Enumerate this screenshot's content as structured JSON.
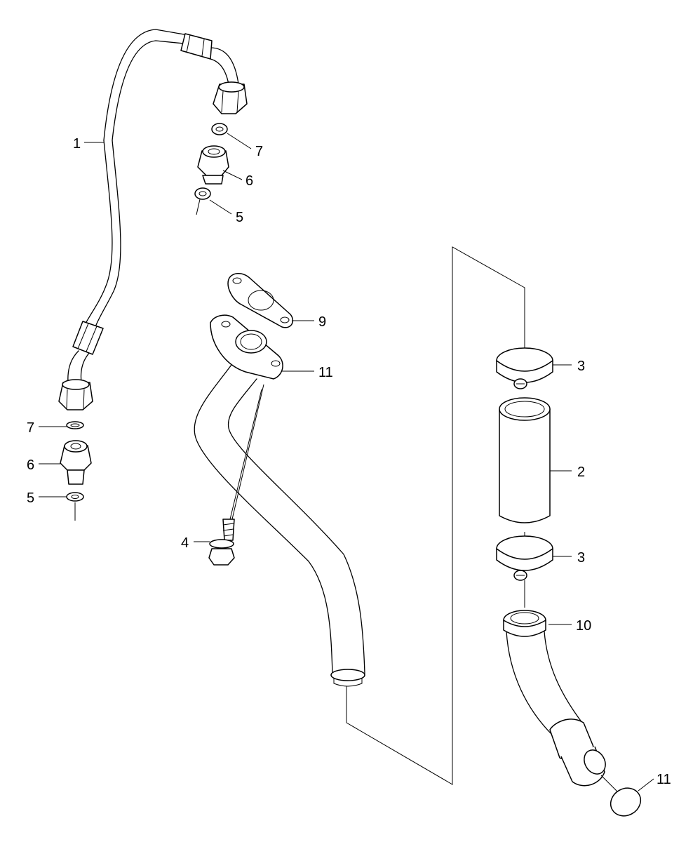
{
  "callouts": {
    "c1": "1",
    "c2": "2",
    "c3a": "3",
    "c3b": "3",
    "c4": "4",
    "c5a": "5",
    "c5b": "5",
    "c6a": "6",
    "c6b": "6",
    "c7a": "7",
    "c7b": "7",
    "c9": "9",
    "c10": "10",
    "c11a": "11",
    "c11b": "11"
  }
}
